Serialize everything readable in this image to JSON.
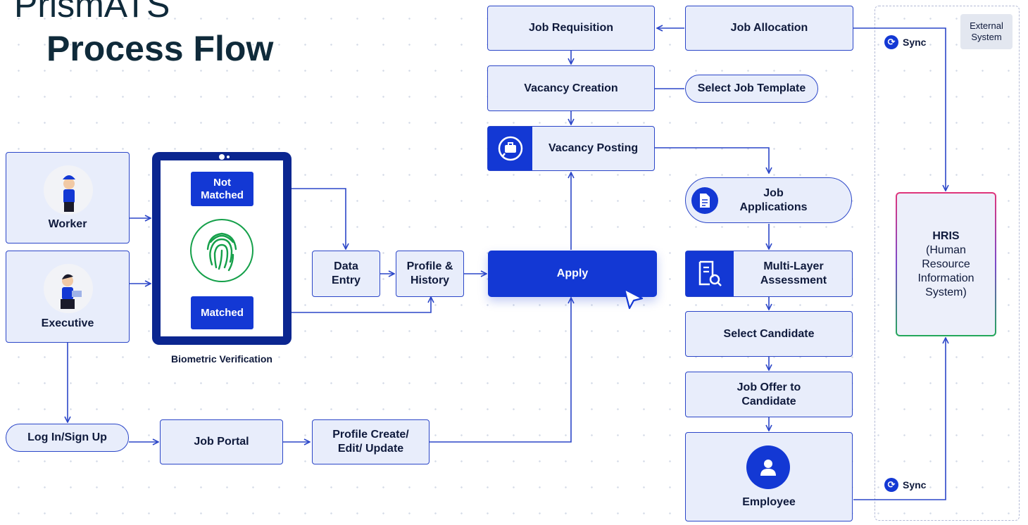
{
  "title": {
    "line1": "PrismATS",
    "line2": "Process Flow"
  },
  "colors": {
    "accent": "#1338d4",
    "box_fill": "#e8edfb",
    "border": "#2b46c8",
    "text": "#0f1a3c"
  },
  "actors": {
    "worker": "Worker",
    "executive": "Executive"
  },
  "biometric": {
    "not_matched": "Not Matched",
    "matched": "Matched",
    "caption": "Biometric Verification",
    "icon": "fingerprint-icon"
  },
  "left_flow": {
    "data_entry": "Data Entry",
    "profile_history": "Profile & History",
    "apply": "Apply"
  },
  "bottom_flow": {
    "login": "Log In/Sign Up",
    "job_portal": "Job Portal",
    "profile_create": "Profile Create/ Edit/ Update"
  },
  "top_flow": {
    "job_requisition": "Job Requisition",
    "job_allocation": "Job Allocation",
    "vacancy_creation": "Vacancy Creation",
    "select_template": "Select Job Template",
    "vacancy_posting": "Vacancy Posting"
  },
  "right_flow": {
    "job_applications": "Job Applications",
    "assessment": "Multi-Layer Assessment",
    "select_candidate": "Select Candidate",
    "job_offer": "Job Offer to Candidate",
    "employee": "Employee"
  },
  "external": {
    "label": "External System",
    "hris_title": "HRIS",
    "hris_desc": "(Human Resource Information System)",
    "sync": "Sync"
  }
}
